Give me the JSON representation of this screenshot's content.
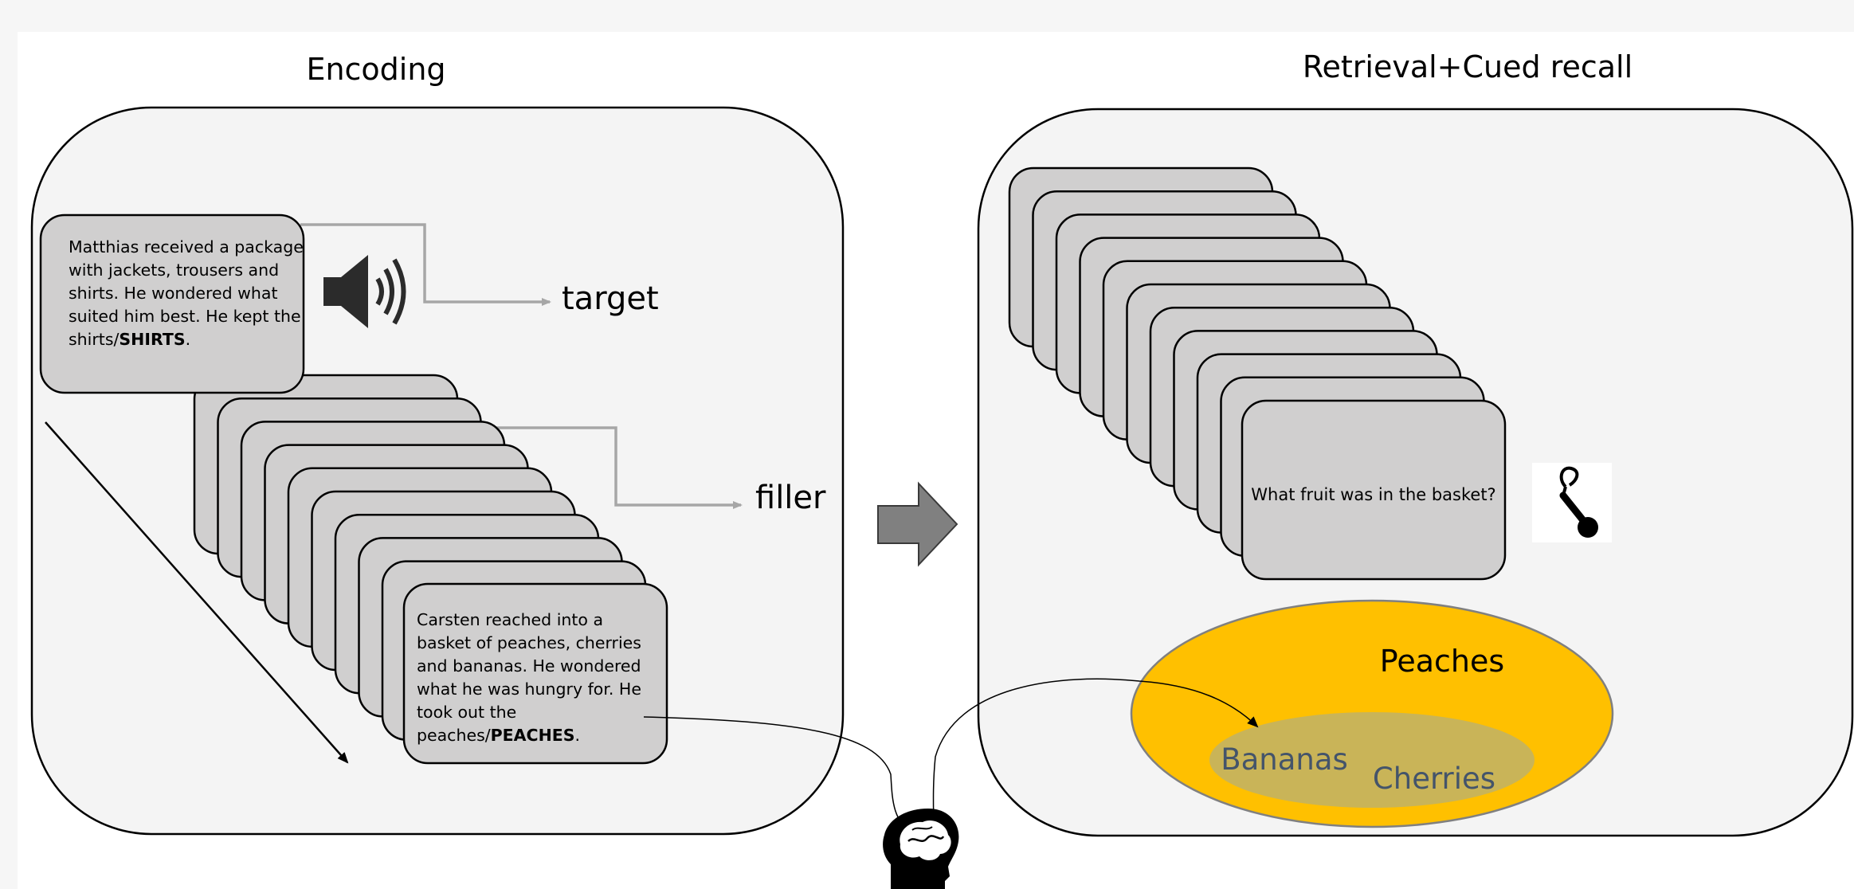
{
  "titles": {
    "encoding": "Encoding",
    "retrieval": "Retrieval+Cued recall"
  },
  "encoding": {
    "target_card": {
      "lines": [
        "Matthias received a package",
        "with jackets, trousers and",
        "shirts. He wondered what",
        "suited him best. He kept the"
      ],
      "last_plain": "shirts/",
      "last_bold": "SHIRTS",
      "last_end": "."
    },
    "target_label": "target",
    "filler_label": "filler",
    "last_card": {
      "lines": [
        "Carsten reached into a",
        "basket of peaches, cherries",
        "and bananas. He wondered",
        "what he was hungry for. He",
        "took out the"
      ],
      "last_plain": "peaches/",
      "last_bold": "PEACHES",
      "last_end": "."
    }
  },
  "retrieval": {
    "question": "What fruit was in the basket?",
    "answer": "Peaches",
    "alternatives": [
      "Bananas",
      "Cherries"
    ]
  },
  "colors": {
    "card_fill": "#d0cfcf",
    "panel_fill": "#f4f4f4",
    "connector": "#a6a6a6",
    "big_arrow": "#808080",
    "ellipse_outer": "#ffc000",
    "ellipse_inner": "#c9b458",
    "alt_text": "#44546a"
  },
  "icons": [
    "speaker-icon",
    "microphone-icon",
    "head-brain-icon",
    "right-arrow-icon"
  ]
}
